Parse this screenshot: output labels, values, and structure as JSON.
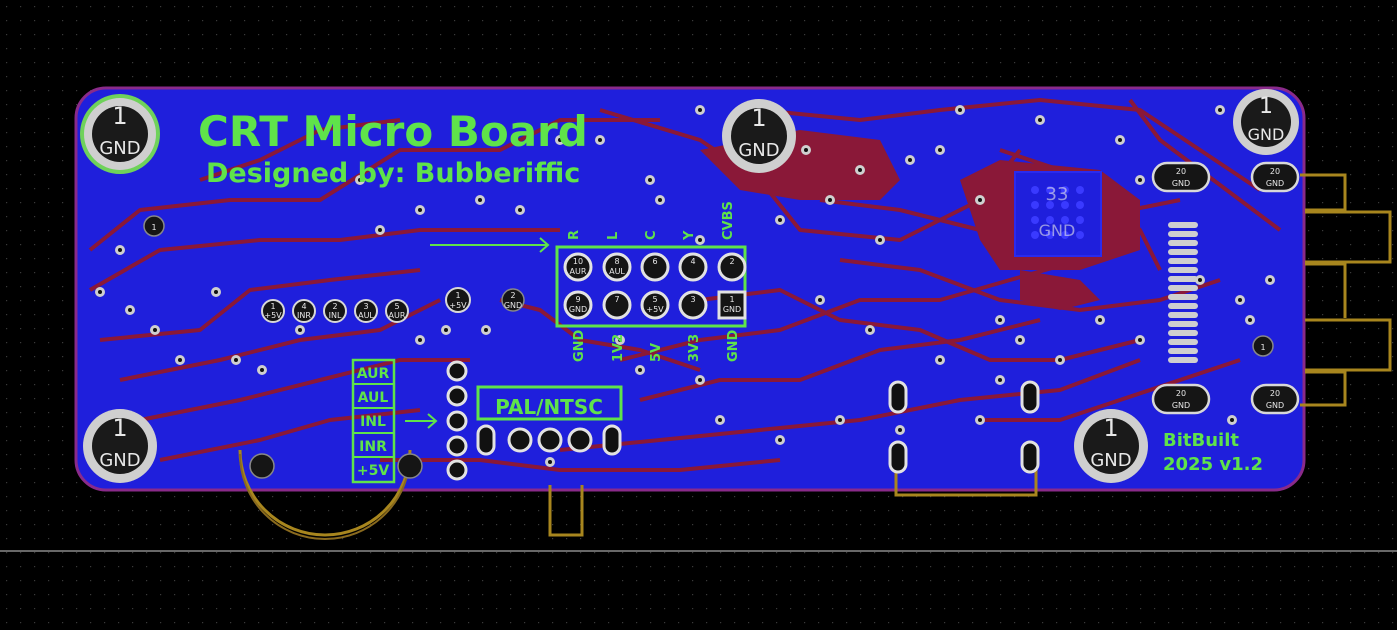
{
  "board": {
    "title": "CRT Micro Board",
    "designer": "Designed by: Bubberiffic",
    "maker": "BitBuilt",
    "version": "2025 v1.2",
    "pal_ntsc": "PAL/NTSC"
  },
  "mount_holes": [
    {
      "num": "1",
      "net": "GND"
    },
    {
      "num": "1",
      "net": "GND"
    },
    {
      "num": "1",
      "net": "GND"
    },
    {
      "num": "1",
      "net": "GND"
    },
    {
      "num": "1",
      "net": "GND"
    },
    {
      "num": "1",
      "net": "GND"
    }
  ],
  "header": {
    "top_labels": [
      "R",
      "L",
      "C",
      "Y",
      "CVBS"
    ],
    "bottom_labels": [
      "GND",
      "1V2",
      "5V",
      "3V3",
      "GND"
    ],
    "top_pins": [
      {
        "num": "10",
        "net": "AUR"
      },
      {
        "num": "8",
        "net": "AUL"
      },
      {
        "num": "6",
        "net": ""
      },
      {
        "num": "4",
        "net": ""
      },
      {
        "num": "2",
        "net": ""
      }
    ],
    "bottom_pins": [
      {
        "num": "9",
        "net": "GND"
      },
      {
        "num": "7",
        "net": ""
      },
      {
        "num": "5",
        "net": "+5V"
      },
      {
        "num": "3",
        "net": ""
      },
      {
        "num": "1",
        "net": "GND"
      }
    ]
  },
  "audio_pads": [
    {
      "num": "1",
      "net": "+5V"
    },
    {
      "num": "4",
      "net": "INR"
    },
    {
      "num": "2",
      "net": "INL"
    },
    {
      "num": "3",
      "net": "AUL"
    },
    {
      "num": "5",
      "net": "AUR"
    }
  ],
  "audio_table": [
    "AUR",
    "AUL",
    "INL",
    "INR",
    "+5V"
  ],
  "side_pads": [
    {
      "num": "20",
      "net": "GND"
    },
    {
      "num": "20",
      "net": "GND"
    },
    {
      "num": "20",
      "net": "GND"
    },
    {
      "num": "20",
      "net": "GND"
    }
  ],
  "misc_pads": [
    {
      "num": "1",
      "net": "+5V"
    },
    {
      "num": "2",
      "net": "GND"
    }
  ],
  "chip": {
    "num": "33",
    "net": "GND"
  },
  "colors": {
    "background": "#000000",
    "board": "#1f1fdc",
    "copper_trace": "#8a1838",
    "silkscreen": "#5fe34a",
    "outline": "#8a2a8a",
    "fab": "#a8861e"
  }
}
